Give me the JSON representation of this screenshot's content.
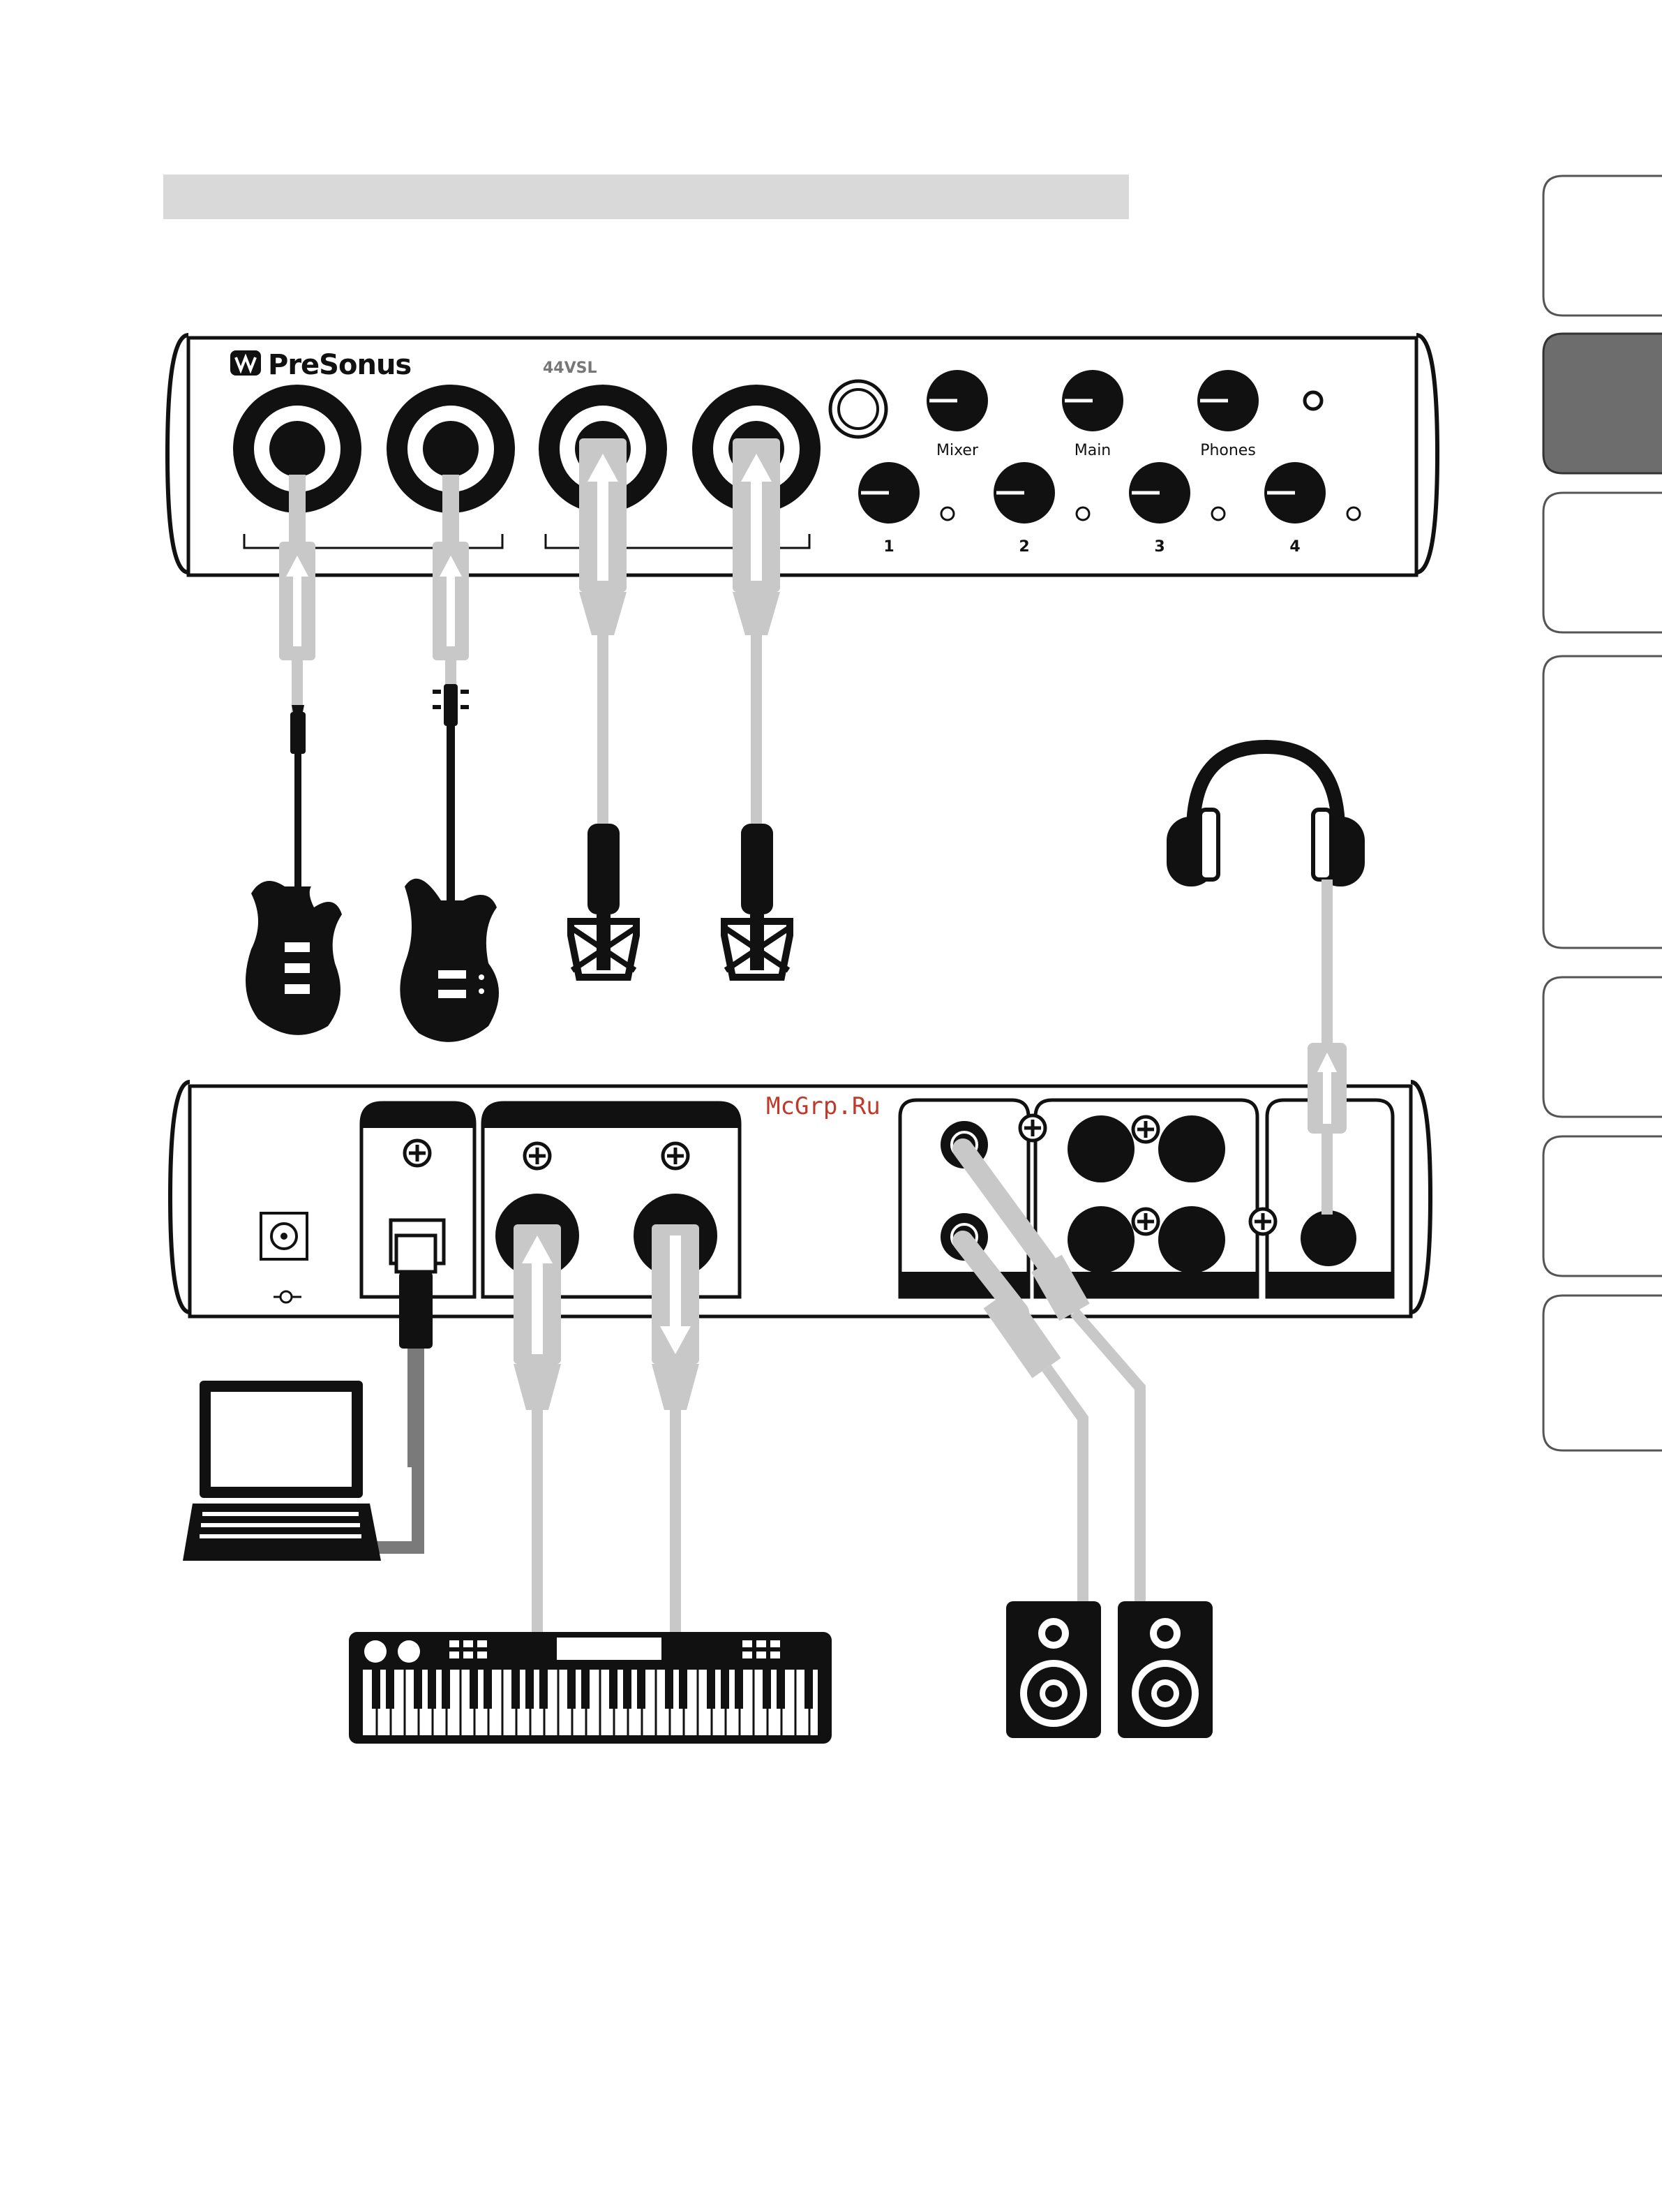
{
  "front_panel": {
    "brand": "PreSonus",
    "model": "44VSL",
    "knob_labels": [
      "Mixer",
      "Main",
      "Phones"
    ],
    "channel_numbers": [
      "1",
      "2",
      "3",
      "4"
    ]
  },
  "watermark": "McGrp.Ru",
  "colors": {
    "ink": "#111111",
    "cable": "#c8c8c8",
    "cable_dark": "#7a7a7a",
    "header_bar": "#d9d9d9",
    "active_tab": "#6d6d6d",
    "watermark": "#c0392b"
  },
  "icons": [
    "guitar-icon",
    "bass-guitar-icon",
    "microphone-icon",
    "headphones-icon",
    "laptop-icon",
    "keyboard-icon",
    "speaker-icon"
  ]
}
